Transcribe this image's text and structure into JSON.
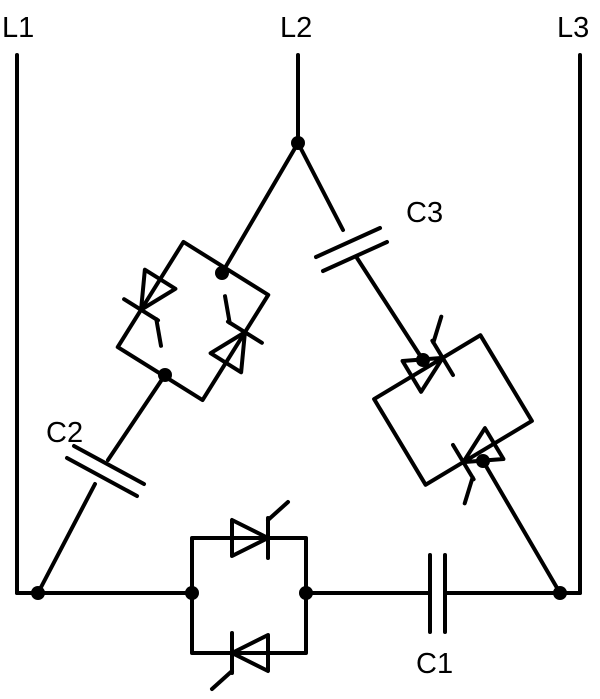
{
  "diagram": {
    "labels": {
      "l1": "L1",
      "l2": "L2",
      "l3": "L3",
      "c1": "C1",
      "c2": "C2",
      "c3": "C3"
    },
    "colors": {
      "stroke": "#000000",
      "background": "#ffffff"
    }
  }
}
